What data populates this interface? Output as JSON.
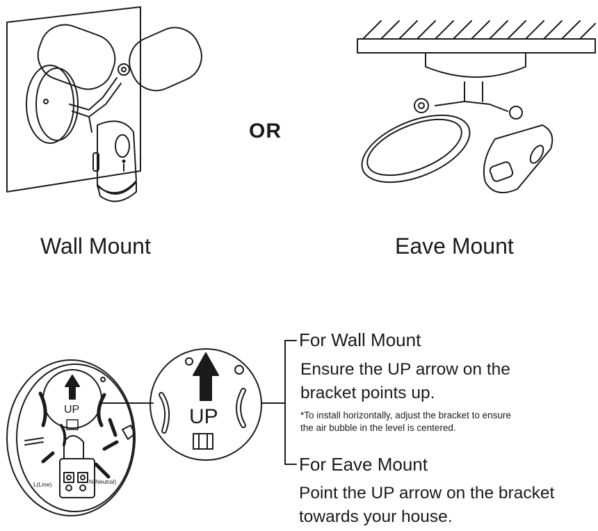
{
  "top": {
    "or_label": "OR",
    "wall_caption": "Wall Mount",
    "eave_caption": "Eave Mount"
  },
  "bracket": {
    "up_label_small": "UP",
    "up_label_big": "UP",
    "line_label": "L(Line)",
    "neutral_label": "N(Neutral)"
  },
  "instructions": {
    "wall": {
      "heading": "For Wall Mount",
      "line1": "Ensure the UP arrow on the",
      "line2": "bracket points up.",
      "note1": "*To install horizontally, adjust the bracket to ensure",
      "note2": "the air bubble in the level is centered."
    },
    "eave": {
      "heading": "For Eave Mount",
      "line1": "Point the UP arrow on the bracket",
      "line2": "towards your house."
    }
  }
}
